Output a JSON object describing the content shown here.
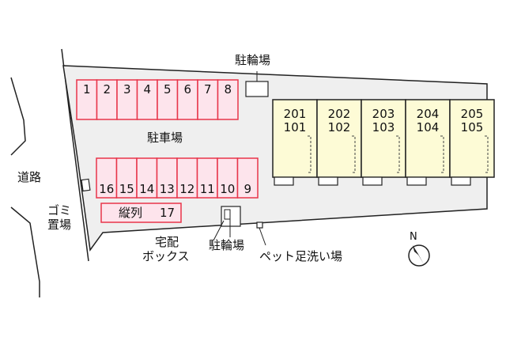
{
  "road": {
    "label": "道路"
  },
  "parking": {
    "label": "駐車場",
    "top_row": [
      "1",
      "2",
      "3",
      "4",
      "5",
      "6",
      "7",
      "8"
    ],
    "bottom_row": [
      "16",
      "15",
      "14",
      "13",
      "12",
      "11",
      "10",
      "9"
    ],
    "tandem": {
      "label": "縦列",
      "number": "17"
    },
    "stall_fill": "#fde4ec",
    "stall_stroke": "#e8354a"
  },
  "bike_parking_top": {
    "label": "駐輪場"
  },
  "bike_parking_bottom": {
    "label": "駐輪場"
  },
  "garbage": {
    "line1": "ゴミ",
    "line2": "置場"
  },
  "delivery_box": {
    "line1": "宅配",
    "line2": "ボックス"
  },
  "pet_wash": {
    "label": "ペット足洗い場"
  },
  "building": {
    "fill": "#fdfbd6",
    "units": [
      {
        "upper": "201",
        "lower": "101"
      },
      {
        "upper": "202",
        "lower": "102"
      },
      {
        "upper": "203",
        "lower": "103"
      },
      {
        "upper": "204",
        "lower": "104"
      },
      {
        "upper": "205",
        "lower": "105"
      }
    ]
  },
  "compass": {
    "label": "N",
    "icon": "north-arrow-icon"
  }
}
